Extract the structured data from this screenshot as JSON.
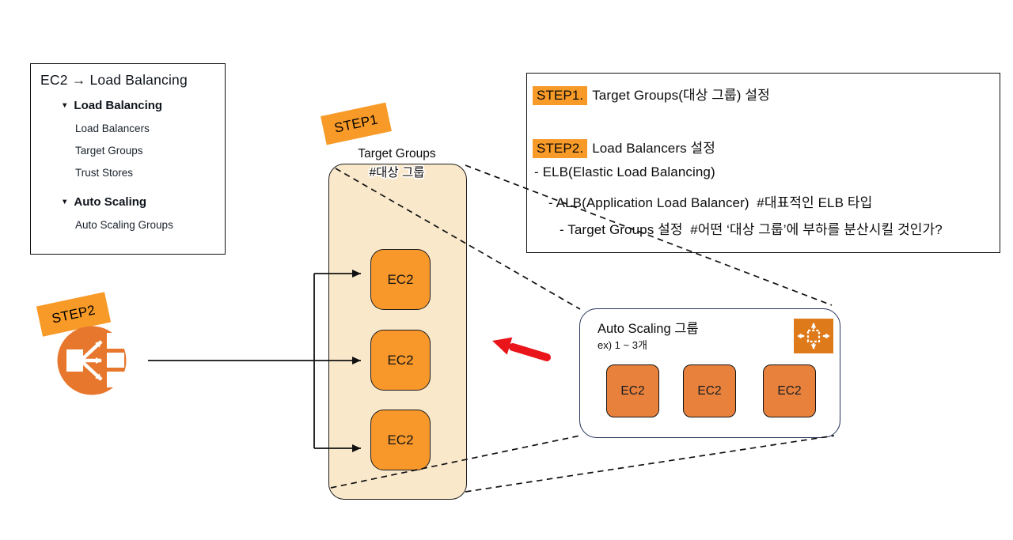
{
  "sidebar": {
    "title": "EC2 → Load Balancing",
    "sections": [
      {
        "label": "Load Balancing",
        "items": [
          "Load Balancers",
          "Target Groups",
          "Trust Stores"
        ]
      },
      {
        "label": "Auto Scaling",
        "items": [
          "Auto Scaling Groups"
        ]
      }
    ]
  },
  "instructions": {
    "step1_tag": "STEP1.",
    "step1_text": "Target Groups(대상 그룹) 설정",
    "step2_tag": "STEP2.",
    "step2_text": "Load Balancers 설정",
    "elb_line": "- ELB(Elastic Load Balancing)",
    "alb_line": "- ALB(Application Load Balancer)  #대표적인 ELB 타입",
    "tg_line": "- Target Groups 설정  #어떤 ‘대상 그룹’에 부하를 분산시킬 것인가?"
  },
  "step_tags": {
    "step1": "STEP1",
    "step2": "STEP2"
  },
  "target_group": {
    "label": "Target Groups",
    "sublabel": "#대상 그룹",
    "nodes": [
      "EC2",
      "EC2",
      "EC2"
    ]
  },
  "auto_scaling": {
    "title": "Auto Scaling 그룹",
    "subtitle": "ex) 1 ~ 3개",
    "nodes": [
      "EC2",
      "EC2",
      "EC2"
    ]
  },
  "icons": {
    "load_balancer": "elastic-load-balancer-icon",
    "auto_scaling": "auto-scaling-icon",
    "section_triangle": "triangle-down-icon"
  },
  "colors": {
    "tag_orange": "#F89A28",
    "ec2_orange": "#F8982B",
    "ec2_muted_orange": "#E8813C",
    "beige_fill": "#FAE8CB",
    "icon_orange": "#E8772E",
    "as_icon_orange": "#DF7A1B",
    "navy_border": "#26325B",
    "red_arrow": "#E9151B",
    "line_black": "#111111"
  }
}
